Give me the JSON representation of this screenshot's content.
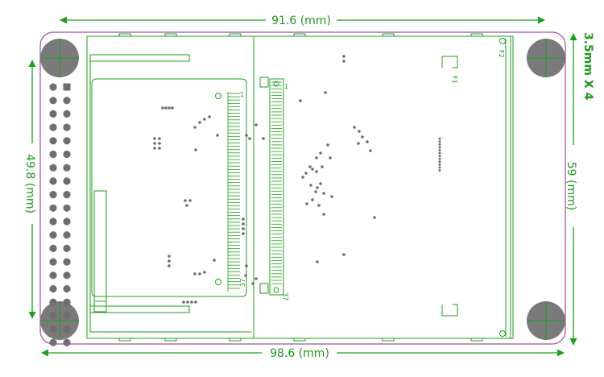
{
  "colors": {
    "outline": "#1aa01a",
    "board_edge": "#a050a0",
    "hole_fill": "#7a7a7a",
    "pad": "#6e6e6e",
    "text": "#1a9a1a"
  },
  "dimensions": {
    "top_width": "91.6 (mm)",
    "bottom_width": "98.6 (mm)",
    "left_height": "49.8 (mm)",
    "right_height": "59 (mm)",
    "holes": "3.5mm X 4"
  },
  "labels": {
    "fpc_pin_1": "1",
    "fpc_pin_37": "37",
    "conn_pin_1": "1",
    "conn_pin_37": "37",
    "fiducial_f1": "F1",
    "fiducial_f2": "F2"
  }
}
